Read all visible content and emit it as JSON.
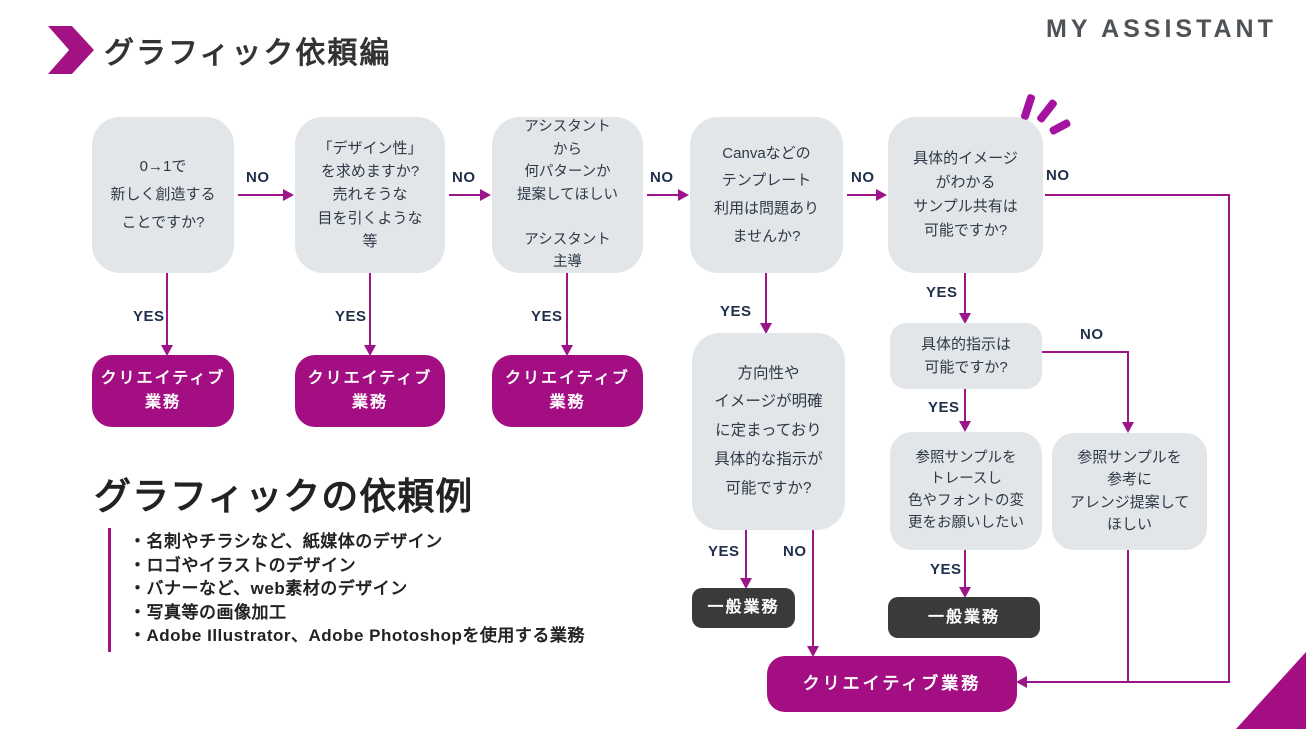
{
  "header": {
    "title": "グラフィック依頼編",
    "logo": "MY ASSISTANT"
  },
  "labels": {
    "yes": "YES",
    "no": "NO"
  },
  "nodes": {
    "q1": "0→1で\n新しく創造する\nことですか?",
    "q2": "「デザイン性」\nを求めますか?\n売れそうな\n目を引くような\n等",
    "q3": "アシスタント\nから\n何パターンか\n提案してほしい\n\nアシスタント\n主導",
    "q4": "Canvaなどの\nテンプレート\n利用は問題あり\nませんか?",
    "q5": "具体的イメージ\nがわかる\nサンプル共有は\n可能ですか?",
    "q6": "方向性や\nイメージが明確\nに定まっており\n具体的な指示が\n可能ですか?",
    "q7": "具体的指示は\n可能ですか?",
    "q8": "参照サンプルを\nトレースし\n色やフォントの変\n更をお願いしたい",
    "q9": "参照サンプルを\n参考に\nアレンジ提案して\nほしい",
    "creative": "クリエイティブ\n業務",
    "general": "一般業務",
    "creative_wide": "クリエイティブ業務"
  },
  "examples": {
    "heading": "グラフィックの依頼例",
    "items": [
      "・名刺やチラシなど、紙媒体のデザイン",
      "・ロゴやイラストのデザイン",
      "・バナーなど、web素材のデザイン",
      "・写真等の画像加工",
      "・Adobe Illustrator、Adobe Photoshopを使用する業務"
    ]
  },
  "colors": {
    "accent_magenta": "#A21283",
    "box_magenta": "#A30F82",
    "line_magenta": "#9B1588",
    "box_gray": "#E3E6E9",
    "box_dark": "#3A3A3A",
    "text_dark": "#2E3A48",
    "label_navy": "#21304A"
  }
}
